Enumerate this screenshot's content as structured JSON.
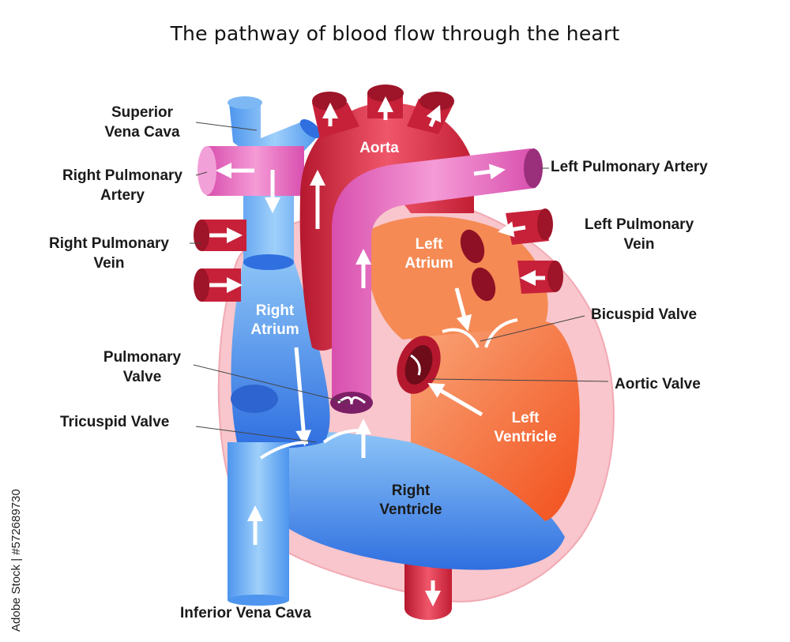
{
  "title": "The pathway of blood flow through the heart",
  "labels": {
    "superior_vena_cava": [
      "Superior",
      "Vena Cava"
    ],
    "right_pulmonary_artery": [
      "Right Pulmonary",
      "Artery"
    ],
    "right_pulmonary_vein": [
      "Right Pulmonary",
      "Vein"
    ],
    "pulmonary_valve": [
      "Pulmonary",
      "Valve"
    ],
    "tricuspid_valve": "Tricuspid Valve",
    "inferior_vena_cava": "Inferior Vena Cava",
    "left_pulmonary_artery": "Left Pulmonary Artery",
    "left_pulmonary_vein": [
      "Left Pulmonary",
      "Vein"
    ],
    "bicuspid_valve": "Bicuspid Valve",
    "aortic_valve": "Aortic Valve",
    "aorta": "Aorta",
    "left_atrium": [
      "Left",
      "Atrium"
    ],
    "right_atrium": [
      "Right",
      "Atrium"
    ],
    "left_ventricle": [
      "Left",
      "Ventricle"
    ],
    "right_ventricle": [
      "Right",
      "Ventricle"
    ]
  },
  "watermark": "Adobe Stock | #572689730",
  "colors": {
    "deoxygenated": "#5aa8f0",
    "deoxygenated_dark": "#2f6fe0",
    "oxygenated": "#d42a40",
    "oxygenated_dark": "#a8162a",
    "pulmonary_artery": "#e36bbd",
    "left_chamber": "#f26a2e",
    "pericardium": "#f8c6cc"
  }
}
